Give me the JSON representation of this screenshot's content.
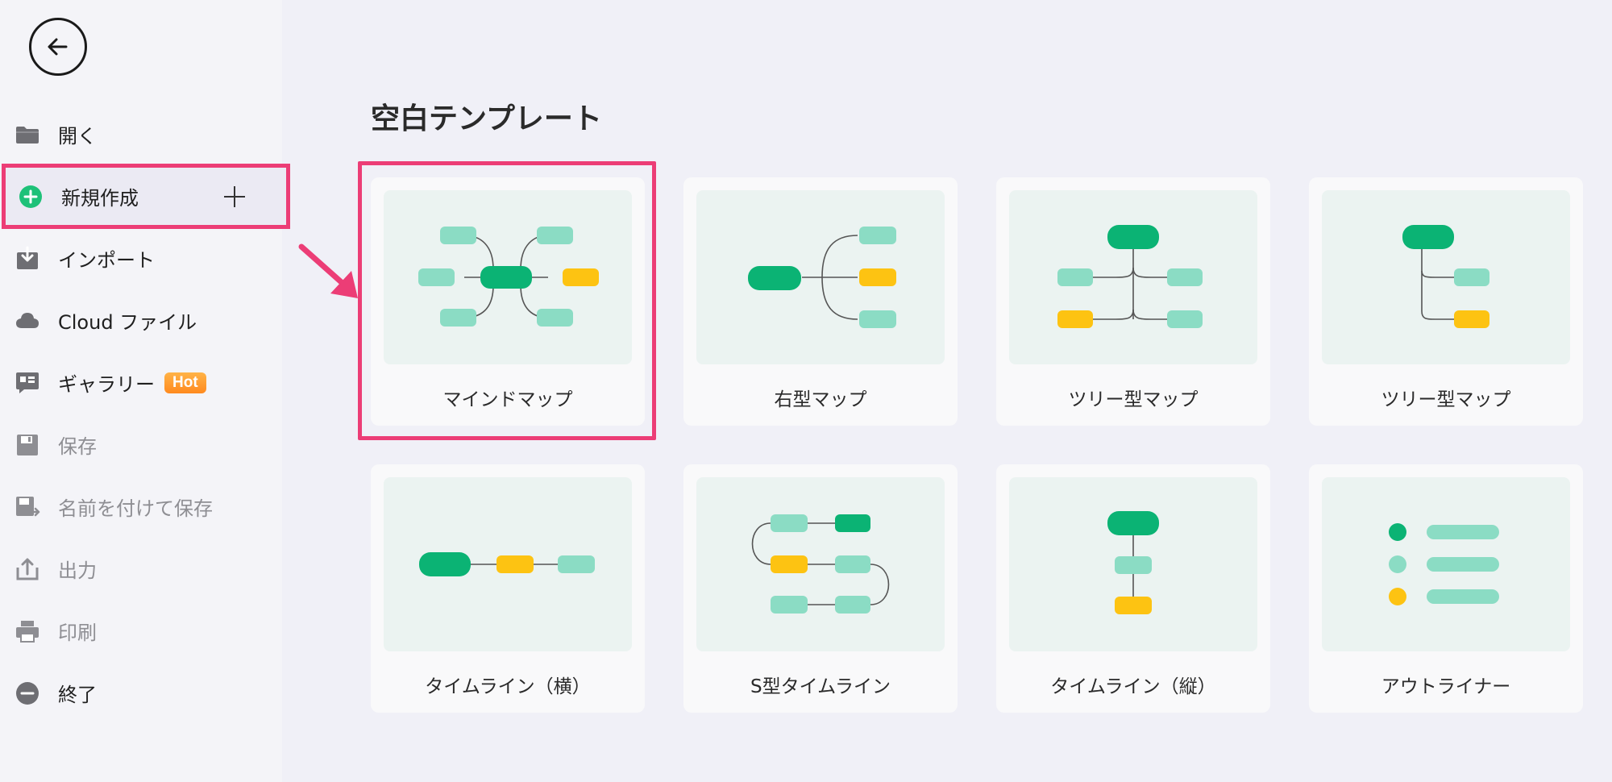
{
  "sidebar": {
    "items": [
      {
        "label": "開く",
        "icon": "folder-icon"
      },
      {
        "label": "新規作成",
        "icon": "plus-circle-icon"
      },
      {
        "label": "インポート",
        "icon": "import-icon"
      },
      {
        "label": "Cloud ファイル",
        "icon": "cloud-icon"
      },
      {
        "label": "ギャラリー",
        "icon": "gallery-icon",
        "badge": "Hot"
      },
      {
        "label": "保存",
        "icon": "save-icon"
      },
      {
        "label": "名前を付けて保存",
        "icon": "save-as-icon"
      },
      {
        "label": "出力",
        "icon": "export-icon"
      },
      {
        "label": "印刷",
        "icon": "print-icon"
      },
      {
        "label": "終了",
        "icon": "minus-circle-icon"
      }
    ]
  },
  "main": {
    "title": "空白テンプレート",
    "templates": [
      {
        "label": "マインドマップ"
      },
      {
        "label": "右型マップ"
      },
      {
        "label": "ツリー型マップ"
      },
      {
        "label": "ツリー型マップ"
      },
      {
        "label": "タイムライン（横）"
      },
      {
        "label": "S型タイムライン"
      },
      {
        "label": "タイムライン（縦）"
      },
      {
        "label": "アウトライナー"
      }
    ]
  },
  "colors": {
    "primary_green": "#0bb374",
    "light_green": "#8bdcc4",
    "yellow": "#fdc312",
    "highlight_pink": "#ec3d76",
    "connector": "#555555"
  }
}
